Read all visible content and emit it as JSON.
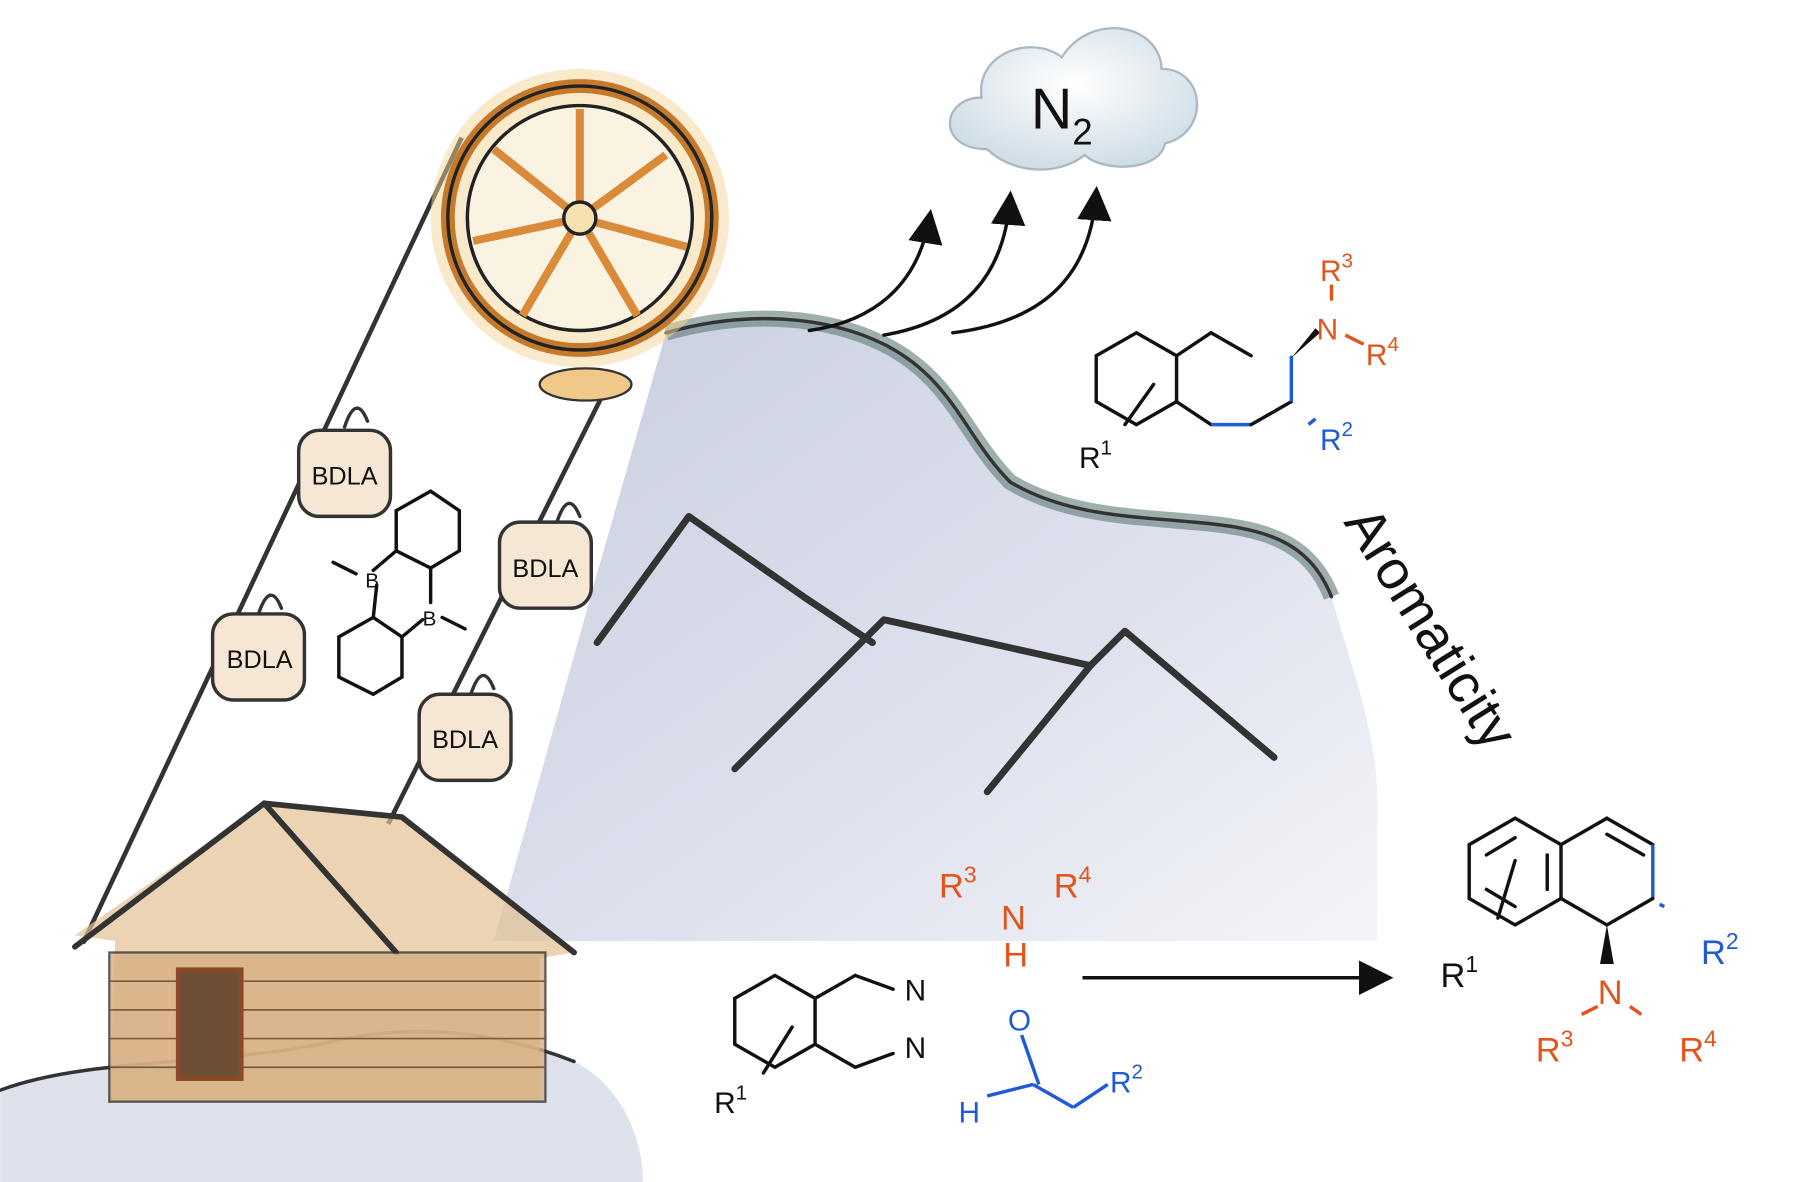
{
  "cloud": {
    "label": "N",
    "sub": "2"
  },
  "gondolas": [
    {
      "label": "BDLA"
    },
    {
      "label": "BDLA"
    },
    {
      "label": "BDLA"
    },
    {
      "label": "BDLA"
    }
  ],
  "catalyst": {
    "atom1": "B",
    "atom2": "B"
  },
  "barrier_label": "Aromaticity",
  "top_product": {
    "r1": {
      "base": "R",
      "sup": "1"
    },
    "r2": {
      "base": "R",
      "sup": "2"
    },
    "r3": {
      "base": "R",
      "sup": "3"
    },
    "r4": {
      "base": "R",
      "sup": "4"
    },
    "n": "N"
  },
  "reactants": {
    "amine": {
      "r3": {
        "base": "R",
        "sup": "3"
      },
      "r4": {
        "base": "R",
        "sup": "4"
      },
      "n": "N",
      "h": "H"
    },
    "phthalazine": {
      "r1": {
        "base": "R",
        "sup": "1"
      },
      "n1": "N",
      "n2": "N"
    },
    "aldehyde": {
      "o": "O",
      "h": "H",
      "r2": {
        "base": "R",
        "sup": "2"
      }
    }
  },
  "final_product": {
    "r1": {
      "base": "R",
      "sup": "1"
    },
    "r2": {
      "base": "R",
      "sup": "2"
    },
    "r3": {
      "base": "R",
      "sup": "3"
    },
    "r4": {
      "base": "R",
      "sup": "4"
    },
    "n": "N"
  },
  "colors": {
    "amine": "#e2541c",
    "aldehyde": "#1f5bd6",
    "wheel": "#e0a64a"
  }
}
